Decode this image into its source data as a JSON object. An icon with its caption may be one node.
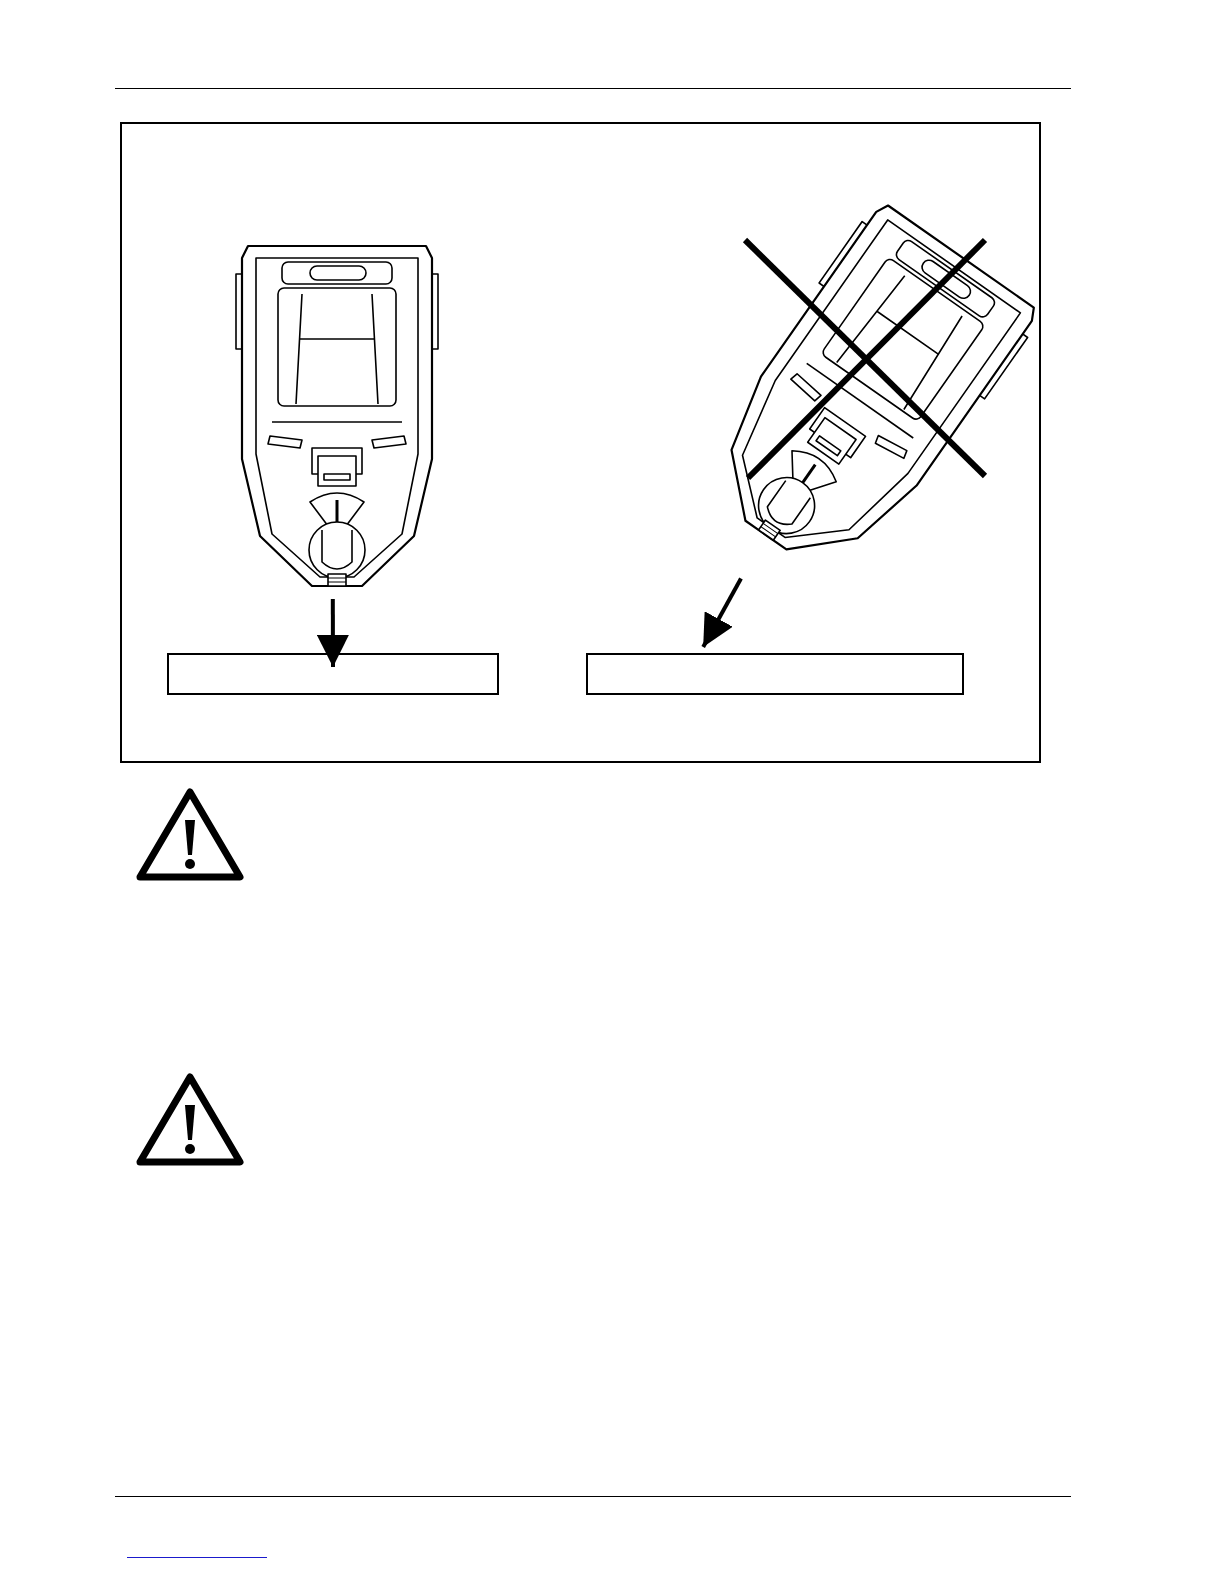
{
  "diagram": {
    "nodes": [
      {
        "text": [],
        "shape": "box"
      },
      {
        "text": [],
        "shape": "picture",
        "in": 0
      },
      {
        "text": [],
        "shape": "picture",
        "in": 0
      },
      {
        "text": [],
        "shape": "box",
        "in": 0
      },
      {
        "text": [],
        "shape": "box",
        "in": 0
      }
    ],
    "edges": [
      {
        "from": 1,
        "to": 3,
        "arrow": "to"
      },
      {
        "from": 2,
        "to": 4,
        "arrow": "to"
      }
    ]
  }
}
